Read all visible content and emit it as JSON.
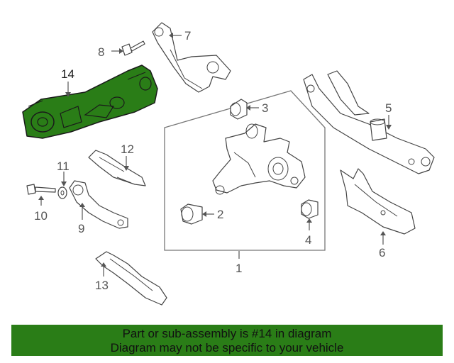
{
  "diagram": {
    "callouts": [
      {
        "id": "1",
        "label": "1"
      },
      {
        "id": "2",
        "label": "2"
      },
      {
        "id": "3",
        "label": "3"
      },
      {
        "id": "4",
        "label": "4"
      },
      {
        "id": "5",
        "label": "5"
      },
      {
        "id": "6",
        "label": "6"
      },
      {
        "id": "7",
        "label": "7"
      },
      {
        "id": "8",
        "label": "8"
      },
      {
        "id": "9",
        "label": "9"
      },
      {
        "id": "10",
        "label": "10"
      },
      {
        "id": "11",
        "label": "11"
      },
      {
        "id": "12",
        "label": "12"
      },
      {
        "id": "13",
        "label": "13"
      },
      {
        "id": "14",
        "label": "14"
      }
    ],
    "highlight_color": "#2a7d17",
    "line_color": "#444444"
  },
  "banner": {
    "line1": "Part or sub-assembly is #14 in diagram",
    "line2": "Diagram may not be specific to your vehicle",
    "background": "#2a7d17"
  }
}
